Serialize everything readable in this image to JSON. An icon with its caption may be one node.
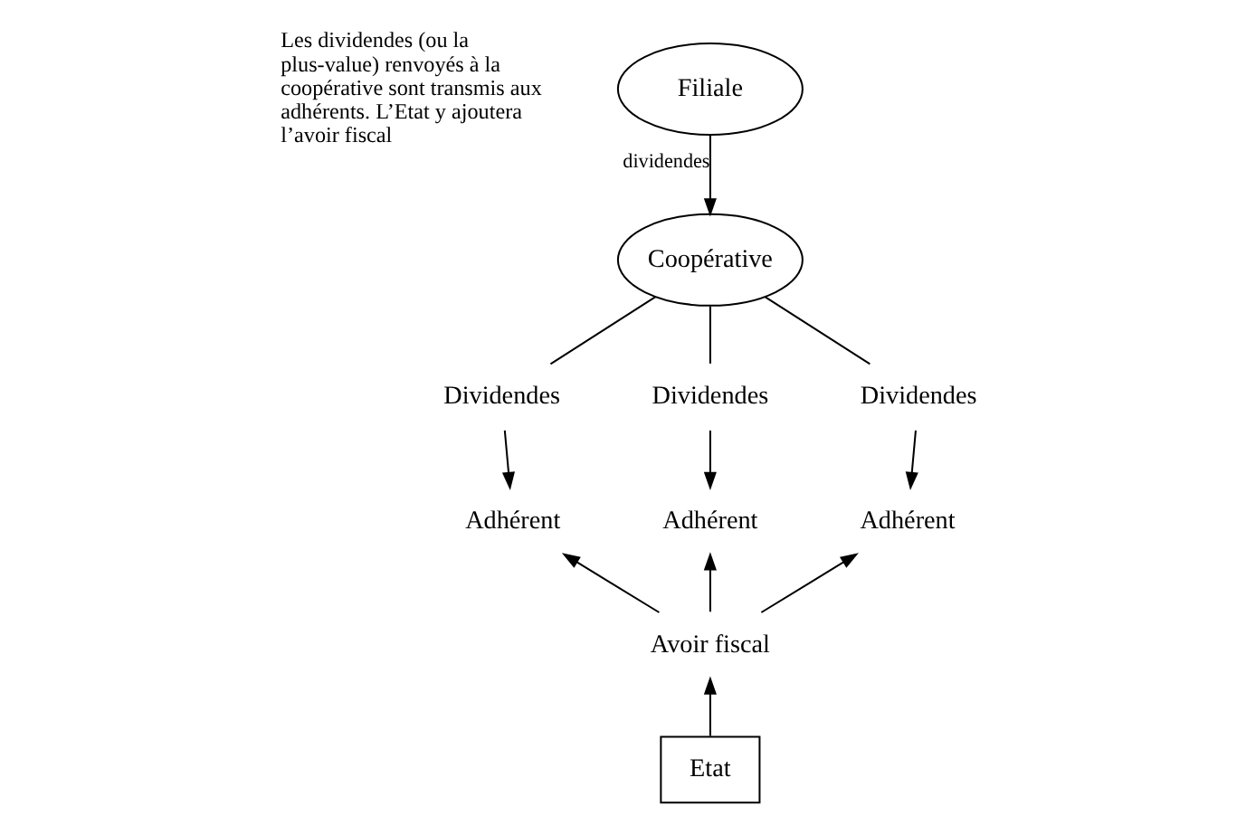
{
  "diagram": {
    "nodes": [
      {
        "text": [
          "Filiale"
        ]
      },
      {
        "text": [
          "Coopérative"
        ]
      },
      {
        "text": [
          "Dividendes"
        ]
      },
      {
        "text": [
          "Dividendes"
        ]
      },
      {
        "text": [
          "Dividendes"
        ]
      },
      {
        "text": [
          "Adhérent"
        ]
      },
      {
        "text": [
          "Adhérent"
        ]
      },
      {
        "text": [
          "Adhérent"
        ]
      },
      {
        "text": [
          "Avoir fiscal"
        ]
      },
      {
        "text": [
          "Etat"
        ]
      }
    ],
    "edges": [
      {
        "from": 0,
        "to": 1,
        "arrow": "to",
        "label": "dividendes"
      },
      {
        "from": 1,
        "to": 2,
        "arrow": "none"
      },
      {
        "from": 1,
        "to": 3,
        "arrow": "none"
      },
      {
        "from": 1,
        "to": 4,
        "arrow": "none"
      },
      {
        "from": 2,
        "to": 5,
        "arrow": "to"
      },
      {
        "from": 3,
        "to": 6,
        "arrow": "to"
      },
      {
        "from": 4,
        "to": 7,
        "arrow": "to"
      },
      {
        "from": 8,
        "to": 5,
        "arrow": "to"
      },
      {
        "from": 8,
        "to": 6,
        "arrow": "to"
      },
      {
        "from": 8,
        "to": 7,
        "arrow": "to"
      },
      {
        "from": 9,
        "to": 8,
        "arrow": "to"
      }
    ],
    "labels": [
      "Les dividendes (ou la plus-value) renvoyés à la coopérative sont transmis aux adhérents. L’Etat y ajoutera l’avoir fiscal"
    ]
  }
}
